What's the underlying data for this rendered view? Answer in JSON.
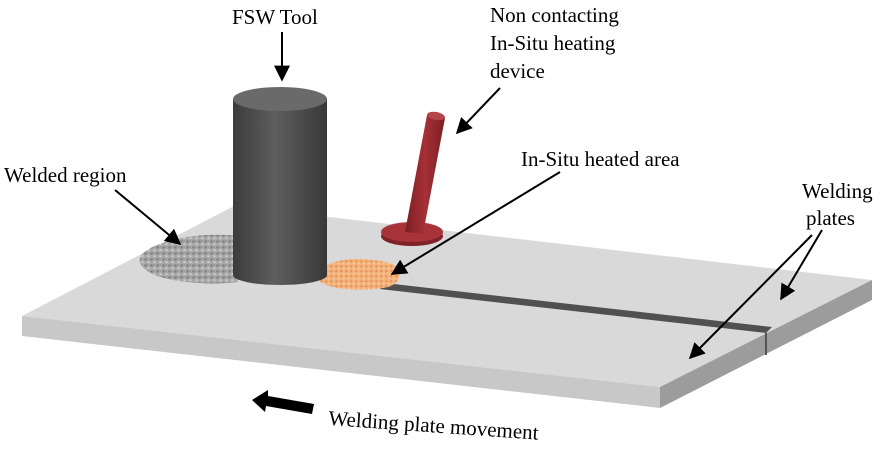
{
  "labels": {
    "fsw_tool": "FSW Tool",
    "heating_device": [
      "Non contacting",
      "In-Situ heating",
      "device"
    ],
    "heated_area": "In-Situ heated area",
    "welded_region": "Welded region",
    "welding_plates": [
      "Welding",
      "plates"
    ],
    "movement": "Welding plate movement"
  },
  "colors": {
    "plate_top": "#d9d9d9",
    "plate_side": "#a9a9a9",
    "tool": "#4f4f4f",
    "heater": "#9c2a2f",
    "heated_area": "#f0a66a",
    "welded_region": "#9b9b9b",
    "seam": "#505050",
    "arrow": "#000000"
  }
}
